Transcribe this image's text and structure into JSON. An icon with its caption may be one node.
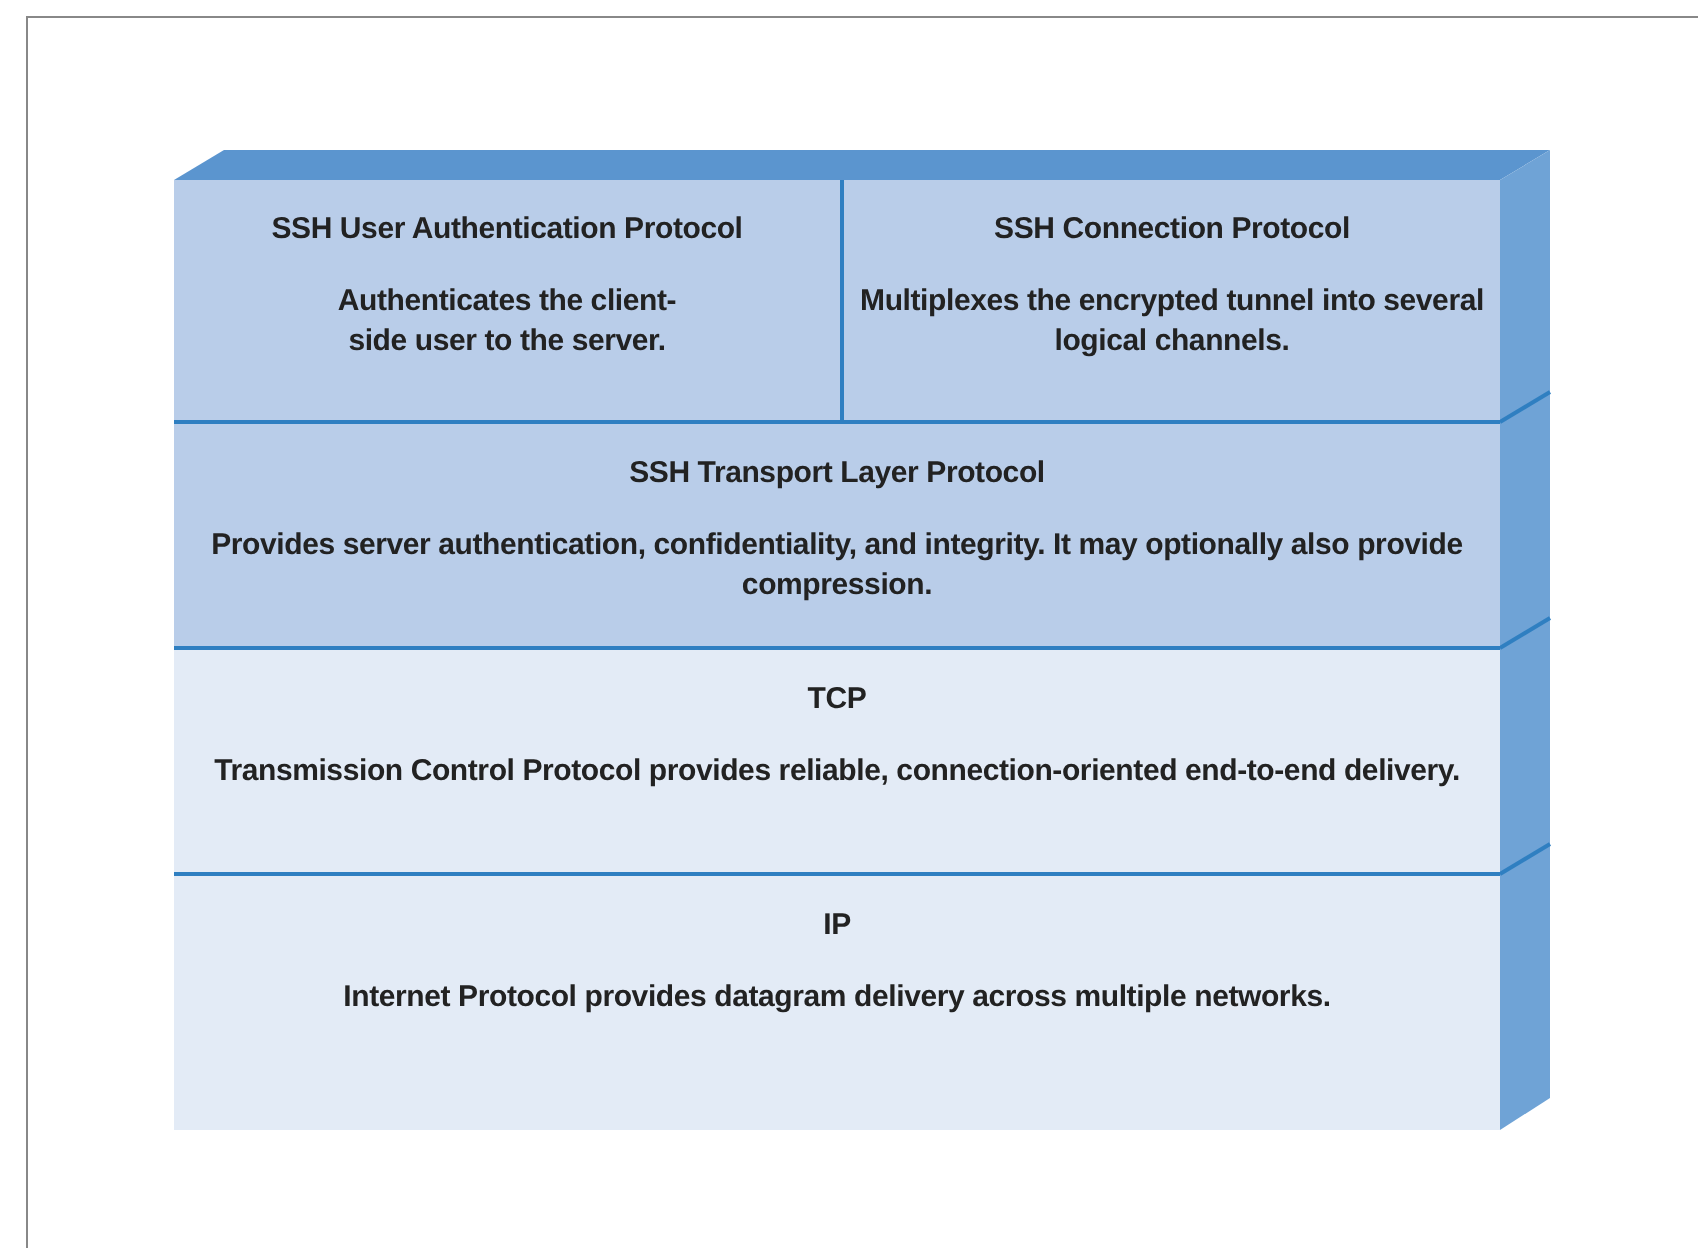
{
  "diagram": {
    "nodes": [
      {
        "text": [
          "SSH User Authentication Protocol",
          "Authenticates the client-side user to the server."
        ]
      },
      {
        "text": [
          "SSH Connection Protocol",
          "Multiplexes the encrypted tunnel into several logical channels."
        ]
      },
      {
        "text": [
          "SSH Transport Layer Protocol",
          "Provides server authentication, confidentiality, and integrity. It may optionally also provide compression."
        ]
      },
      {
        "text": [
          "TCP",
          "Transmission Control Protocol provides reliable, connection-oriented end-to-end delivery."
        ]
      },
      {
        "text": [
          "IP",
          "Internet Protocol provides datagram delivery across multiple networks."
        ]
      }
    ]
  }
}
